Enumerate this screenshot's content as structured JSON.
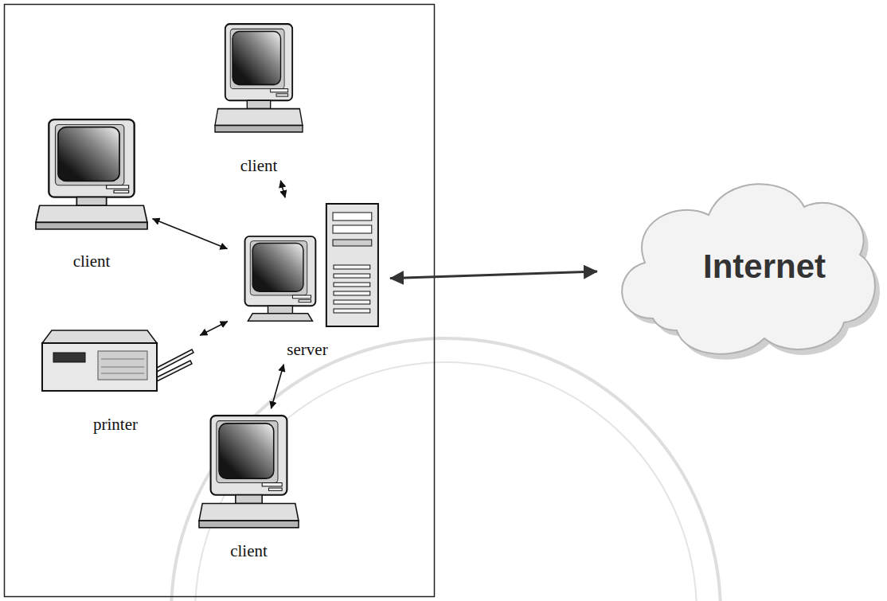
{
  "diagram": {
    "nodes": [
      {
        "text": [
          "client"
        ]
      },
      {
        "text": [
          "client"
        ]
      },
      {
        "text": [
          "server"
        ]
      },
      {
        "text": [
          "printer"
        ]
      },
      {
        "text": [
          "client"
        ]
      },
      {
        "text": [
          "Internet"
        ]
      }
    ],
    "edges": [
      {
        "from": 0,
        "to": 2,
        "arrow": "both"
      },
      {
        "from": 1,
        "to": 2,
        "arrow": "both"
      },
      {
        "from": 3,
        "to": 2,
        "arrow": "both"
      },
      {
        "from": 2,
        "to": 4,
        "arrow": "both"
      },
      {
        "from": 2,
        "to": 5,
        "arrow": "both"
      }
    ]
  }
}
